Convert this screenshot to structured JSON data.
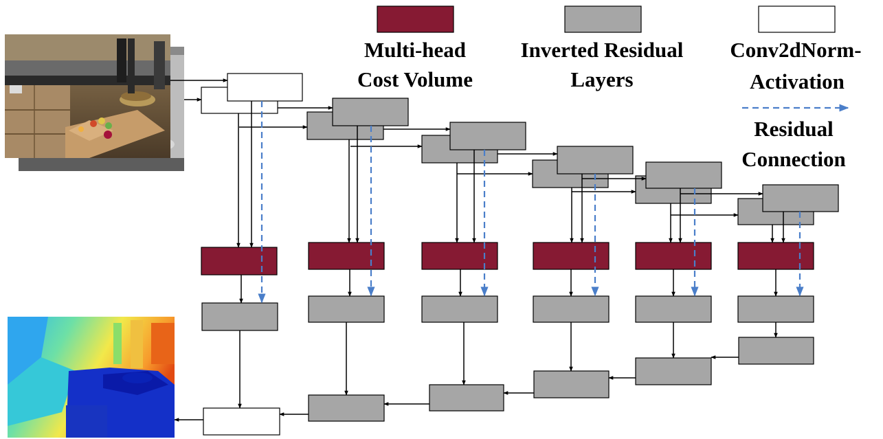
{
  "legend": {
    "items": [
      {
        "key": "multi-head",
        "line1": "Multi-head",
        "line2": "Cost Volume",
        "color": "#861a33"
      },
      {
        "key": "inverted-residual",
        "line1": "Inverted Residual",
        "line2": "Layers",
        "color": "#a6a6a6"
      },
      {
        "key": "conv2d",
        "line1": "Conv2dNorm-",
        "line2": "Activation",
        "color": "#ffffff"
      }
    ],
    "residual": {
      "line1": "Residual",
      "line2": "Connection",
      "color": "#4a7ec9"
    }
  },
  "images": {
    "input": {
      "icon": "kitchen-rgb-input-image"
    },
    "output": {
      "icon": "depth-map-output-image"
    }
  },
  "colors": {
    "arrow": "#000000",
    "residual_arrow": "#4a7ec9"
  }
}
